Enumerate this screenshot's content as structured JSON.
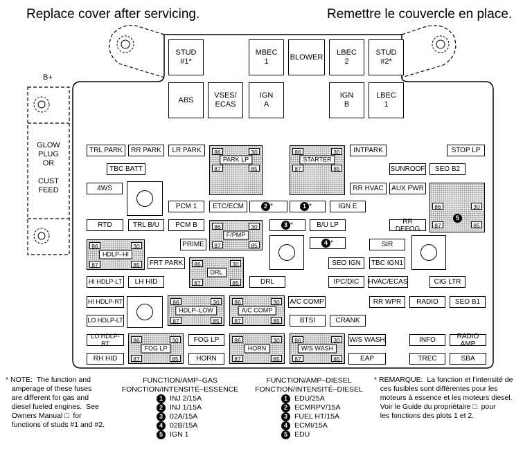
{
  "header": {
    "left": "Replace cover after servicing.",
    "right": "Remettre le couvercle en place."
  },
  "bplus": "B+",
  "glow_text": "GLOW\nPLUG\nOR\n\nCUST\nFEED",
  "top_fuses": {
    "stud1": "STUD\n#1*",
    "mbec1": "MBEC\n1",
    "blower": "BLOWER",
    "lbec2": "LBEC\n2",
    "stud2": "STUD\n#2*",
    "abs": "ABS",
    "vses": "VSES/\nECAS",
    "igna": "IGN\nA",
    "ignb": "IGN\nB",
    "lbec1": "LBEC\n1"
  },
  "fuses": {
    "trl_park": "TRL PARK",
    "rr_park": "RR PARK",
    "lr_park": "LR PARK",
    "tbc_batt": "TBC BATT",
    "fws": "4WS",
    "intpark": "INTPARK",
    "stop_lp": "STOP LP",
    "sunroof": "SUNROOF",
    "seo_b2": "SEO B2",
    "rr_hvac": "RR HVAC",
    "aux_pwr": "AUX PWR",
    "pcm1": "PCM 1",
    "etc_ecm": "ETC/ECM",
    "ign_e": "IGN E",
    "rtd": "RTD",
    "trl_bu": "TRL B/U",
    "pcm_b": "PCM B",
    "bu_lp": "B/U LP",
    "rr_defog": "RR DEFOG",
    "prime": "PRIME",
    "sir": "SIR",
    "frt_park": "FRT PARK",
    "seo_ign": "SEO IGN",
    "tbc_ign1": "TBC IGN1",
    "hi_hdlp_lt": "HI HDLP-LT",
    "lh_hid": "LH HID",
    "drl": "DRL",
    "ipc_dic": "IPC/DIC",
    "hvac_ecas": "HVAC/ECAS",
    "cig_ltr": "CIG LTR",
    "hi_hdlp_rt": "HI HDLP-RT",
    "ac_comp": "A/C COMP",
    "rr_wpr": "RR WPR",
    "radio": "RADIO",
    "seo_b1": "SEO B1",
    "lo_hdlp_lt": "LO HDLP-LT",
    "btsi": "BTSI",
    "crank": "CRANK",
    "lo_hdlp_rt": "LO HDLP-RT",
    "fog_lp": "FOG LP",
    "ws_wash": "W/S WASH",
    "info": "INFO",
    "radio_amp": "RADIO AMP",
    "rh_hid": "RH HID",
    "horn": "HORN",
    "eap": "EAP",
    "trec": "TREC",
    "sba": "SBA"
  },
  "relays": {
    "park_lp": "PARK LP",
    "starter": "STARTER",
    "f_pmp": "F/PMP",
    "hdlp_hi": "HDLP–HI",
    "drl": "DRL",
    "hdlp_low": "HDLP–LOW",
    "ac_comp": "A/C COMP",
    "fog_lp": "FOG LP",
    "horn": "HORN",
    "ws_wash": "W/S WASH"
  },
  "pins": {
    "p86": "86",
    "p30": "30",
    "p87": "87",
    "p85": "85"
  },
  "markers": {
    "m1": "1",
    "m2": "2",
    "m3": "3",
    "m4": "4",
    "m5": "5",
    "star": "*"
  },
  "notes": {
    "left": "* NOTE:  The function and\n   amperage of these fuses\n   are different for gas and\n   diesel fueled engines.  See\n   Owners Manual □  for\n   functions of studs #1 and #2.",
    "right": "* REMARQUE:  La fonction et l'intensité de\n   ces fusibles sont différentes pour les\n   moteurs à essence et les moteurs diesel.\n   Voir le Guide du propriétaire □  pour\n   les fonctions des plots 1 et 2."
  },
  "legend_gas": {
    "title1": "FUNCTION/AMP–GAS",
    "title2": "FONCTION/INTENSITÉ–ESSENCE",
    "items": [
      "INJ 2/15A",
      "INJ 1/15A",
      "02A/15A",
      "02B/15A",
      "IGN 1"
    ]
  },
  "legend_diesel": {
    "title1": "FUNCTION/AMP–DIESEL",
    "title2": "FONCTION/INTENSITÉ–DIESEL",
    "items": [
      "EDU/25A",
      "ECMRPV/15A",
      "FUEL HT/15A",
      "ECMI/15A",
      "EDU"
    ]
  }
}
